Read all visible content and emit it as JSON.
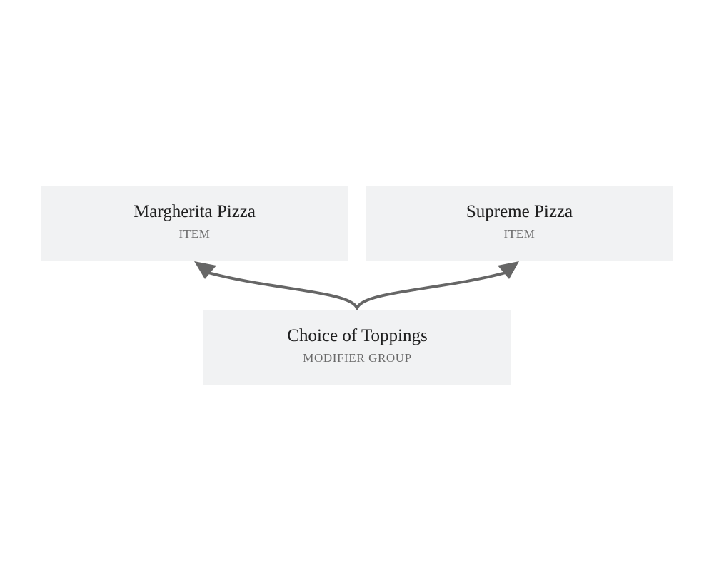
{
  "diagram": {
    "nodes": [
      {
        "id": "margherita",
        "title": "Margherita Pizza",
        "type": "ITEM"
      },
      {
        "id": "supreme",
        "title": "Supreme Pizza",
        "type": "ITEM"
      },
      {
        "id": "toppings",
        "title": "Choice of Toppings",
        "type": "MODIFIER GROUP"
      }
    ],
    "edges": [
      {
        "from": "toppings",
        "to": "margherita"
      },
      {
        "from": "toppings",
        "to": "supreme"
      }
    ],
    "colors": {
      "node_fill": "#f1f2f3",
      "edge": "#666666",
      "title_text": "#1f1f1f",
      "type_text": "#6a6a6a"
    }
  }
}
